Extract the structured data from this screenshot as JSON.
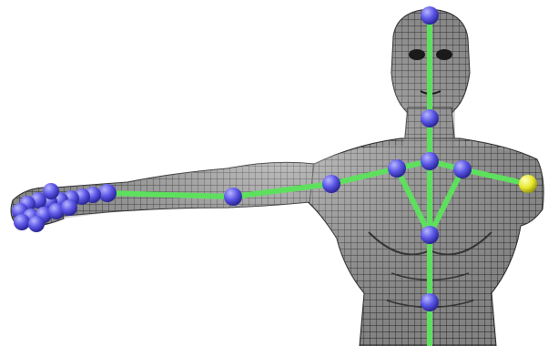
{
  "viewport": {
    "background": "#ffffff",
    "mesh_color": "#8a8a8a",
    "mesh_line_color": "#1a1a1a"
  },
  "skeleton": {
    "bone_color": "#5ee05e",
    "joint_color": "#5b56e6",
    "selected_joint_color": "#e8e82a",
    "joints": [
      "head-top",
      "neck",
      "upper-chest",
      "left-clavicle",
      "right-clavicle",
      "right-shoulder-selected",
      "left-shoulder",
      "left-elbow",
      "left-wrist",
      "spine-mid",
      "pelvis",
      "finger-joints"
    ]
  }
}
